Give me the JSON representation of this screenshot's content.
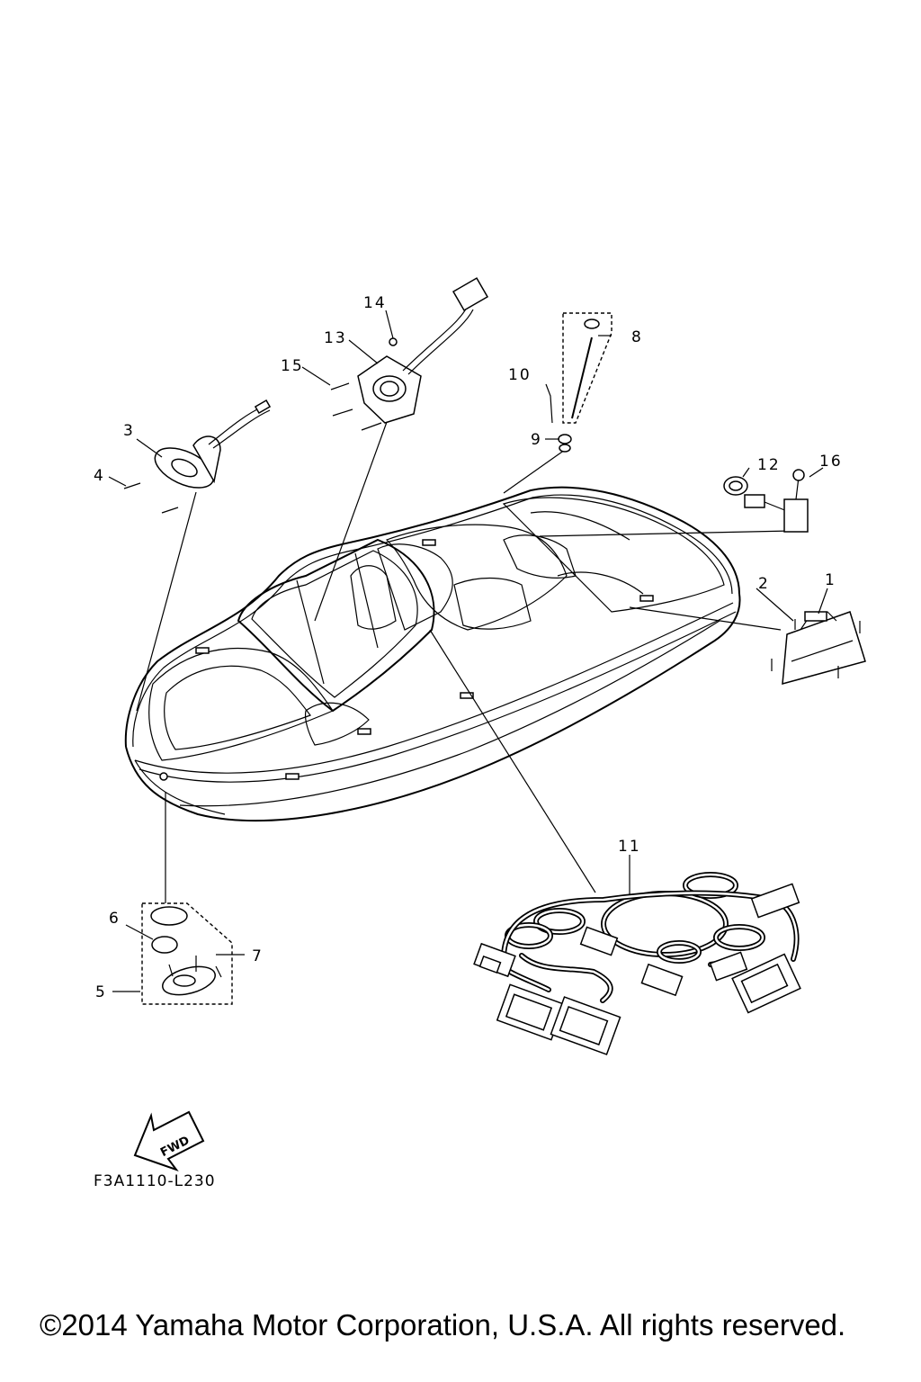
{
  "callouts": {
    "c1": "1",
    "c2": "2",
    "c3": "3",
    "c4": "4",
    "c5": "5",
    "c6": "6",
    "c7": "7",
    "c8": "8",
    "c9": "9",
    "c10": "10",
    "c11": "11",
    "c12": "12",
    "c13": "13",
    "c14": "14",
    "c15": "15",
    "c16": "16"
  },
  "fwd_label": "FWD",
  "diagram_code": "F3A1110-L230",
  "copyright": "©2014 Yamaha Motor Corporation, U.S.A. All rights reserved."
}
